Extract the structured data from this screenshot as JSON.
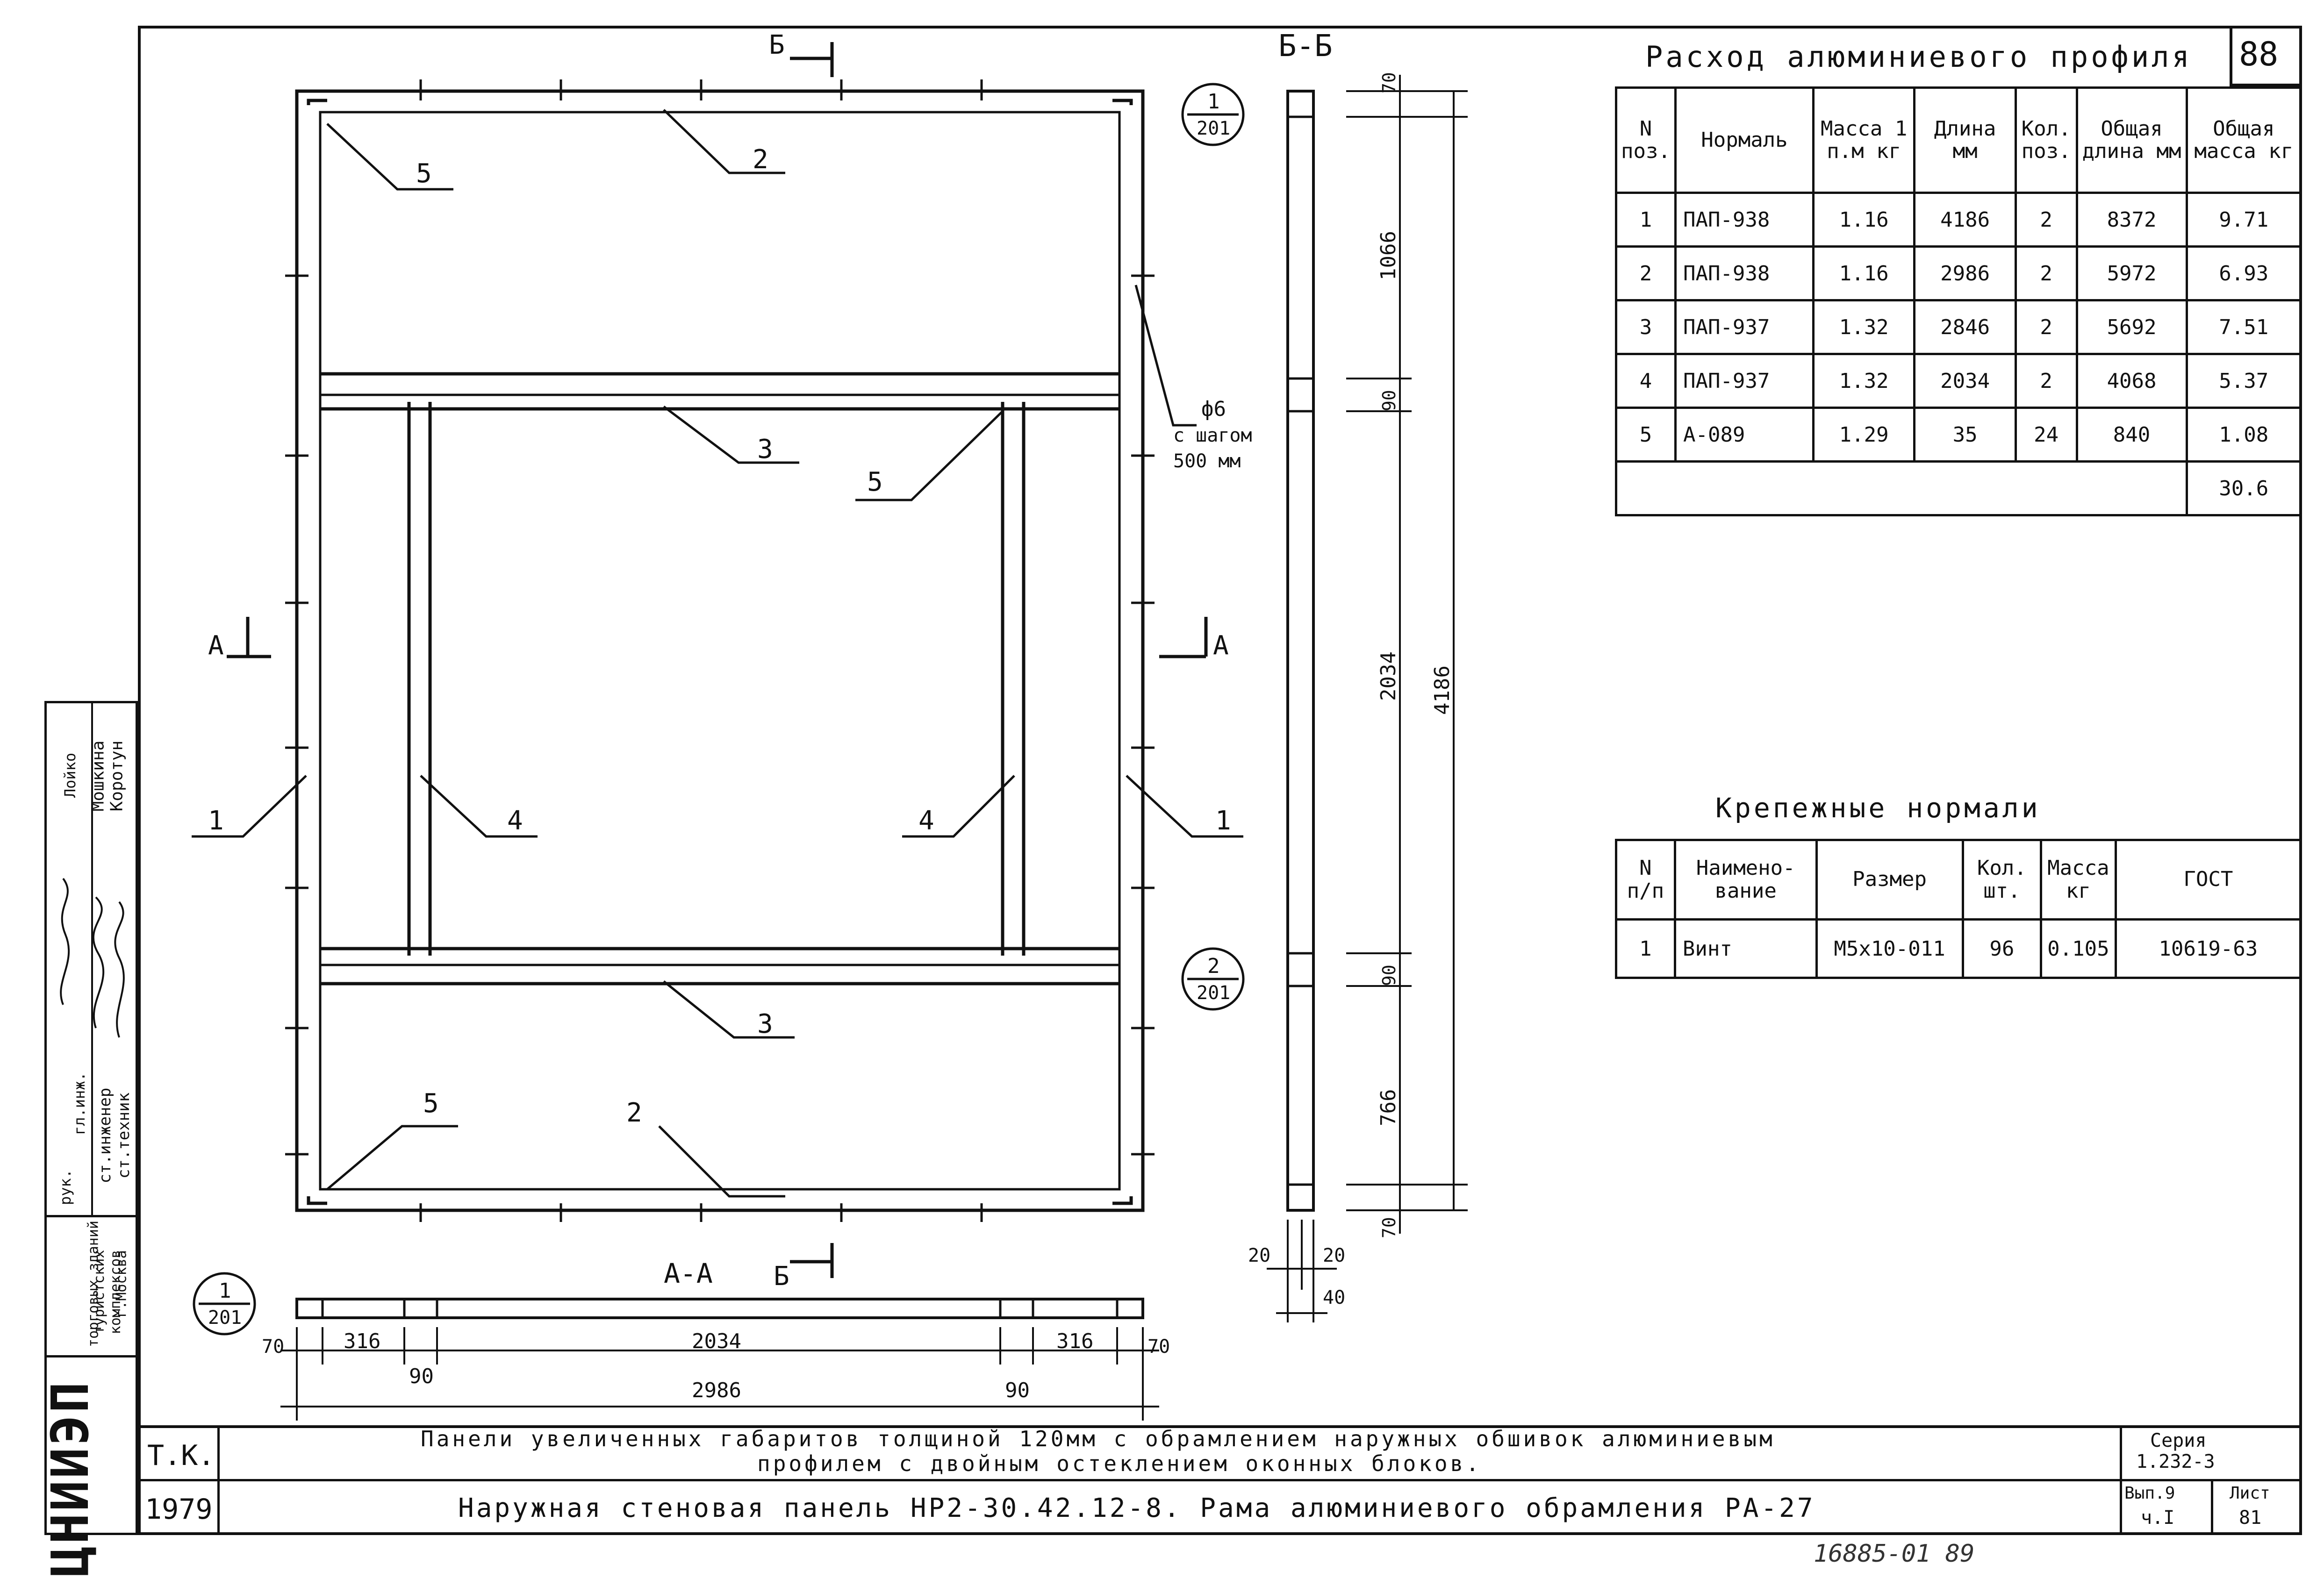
{
  "sheet": {
    "number": "88",
    "stamp_note": "16885-01  89"
  },
  "labels": {
    "section_bb_marker": "Б",
    "section_bb_title": "Б-Б",
    "section_aa_marker": "А",
    "section_aa_title": "А-А",
    "callout_1": "1",
    "callout_2": "2",
    "callout_3": "3",
    "callout_4": "4",
    "callout_5": "5",
    "ref_1_top": "1",
    "ref_2_top": "2",
    "ref_bottom": "201",
    "rivet_note_1": "ф6",
    "rivet_note_2": "с шагом",
    "rivet_note_3": "500 мм"
  },
  "dims": {
    "bb_70_top": "70",
    "bb_1066": "1066",
    "bb_90_a": "90",
    "bb_2034": "2034",
    "bb_4186": "4186",
    "bb_90_b": "90",
    "bb_766": "766",
    "bb_70_bot": "70",
    "bb_20_l": "20",
    "bb_20_r": "20",
    "bb_40": "40",
    "aa_70_l": "70",
    "aa_316_l": "316",
    "aa_2034": "2034",
    "aa_316_r": "316",
    "aa_70_r": "70",
    "aa_90_l": "90",
    "aa_2986": "2986",
    "aa_90_r": "90"
  },
  "profile_table": {
    "title": "Расход алюминиевого профиля",
    "headers": {
      "pos": "N поз.",
      "normal": "Нормаль",
      "mass": "Масса 1 п.м кг",
      "length": "Длина мм",
      "qty": "Кол. поз.",
      "total_len": "Общая длина мм",
      "total_mass": "Общая масса кг"
    },
    "rows": [
      {
        "pos": "1",
        "normal": "ПАП-938",
        "mass": "1.16",
        "length": "4186",
        "qty": "2",
        "total_len": "8372",
        "total_mass": "9.71"
      },
      {
        "pos": "2",
        "normal": "ПАП-938",
        "mass": "1.16",
        "length": "2986",
        "qty": "2",
        "total_len": "5972",
        "total_mass": "6.93"
      },
      {
        "pos": "3",
        "normal": "ПАП-937",
        "mass": "1.32",
        "length": "2846",
        "qty": "2",
        "total_len": "5692",
        "total_mass": "7.51"
      },
      {
        "pos": "4",
        "normal": "ПАП-937",
        "mass": "1.32",
        "length": "2034",
        "qty": "2",
        "total_len": "4068",
        "total_mass": "5.37"
      },
      {
        "pos": "5",
        "normal": "А-089",
        "mass": "1.29",
        "length": "35",
        "qty": "24",
        "total_len": "840",
        "total_mass": "1.08"
      }
    ],
    "total": "30.6"
  },
  "fastener_table": {
    "title": "Крепежные нормали",
    "headers": {
      "num": "N п/п",
      "name": "Наимено-вание",
      "size": "Размер",
      "qty": "Кол. шт.",
      "mass": "Масса кг",
      "gost": "ГОСТ"
    },
    "rows": [
      {
        "num": "1",
        "name": "Винт",
        "size": "М5х10-011",
        "qty": "96",
        "mass": "0.105",
        "gost": "10619-63"
      }
    ]
  },
  "title_block": {
    "org_code": "Т.К.",
    "year": "1979",
    "line1": "Панели увеличенных габаритов толщиной 120мм с обрамлением наружных обшивок алюминиевым",
    "line2": "профилем с двойным остеклением оконных блоков.",
    "line3": "Наружная стеновая панель НР2-30.42.12-8. Рама алюминиевого обрамления РА-27",
    "series_label": "Серия",
    "series_value": "1.232-3",
    "issue_label": "Вып.9",
    "issue_value": "ч.I",
    "sheet_label": "Лист",
    "sheet_value": "81"
  },
  "side_stamp": {
    "org_logo_text": "ЦНИИЭП",
    "org_1": "торговых зданий",
    "org_2": "туристских комплексов",
    "org_3": "г.Москва",
    "role_1": "рук.",
    "role_2": "гл.инж.",
    "role_3": "ст.инженер",
    "role_4": "ст.техник",
    "name_1": "Лойко",
    "name_2": "Мошкина",
    "name_3": "Коротун"
  }
}
